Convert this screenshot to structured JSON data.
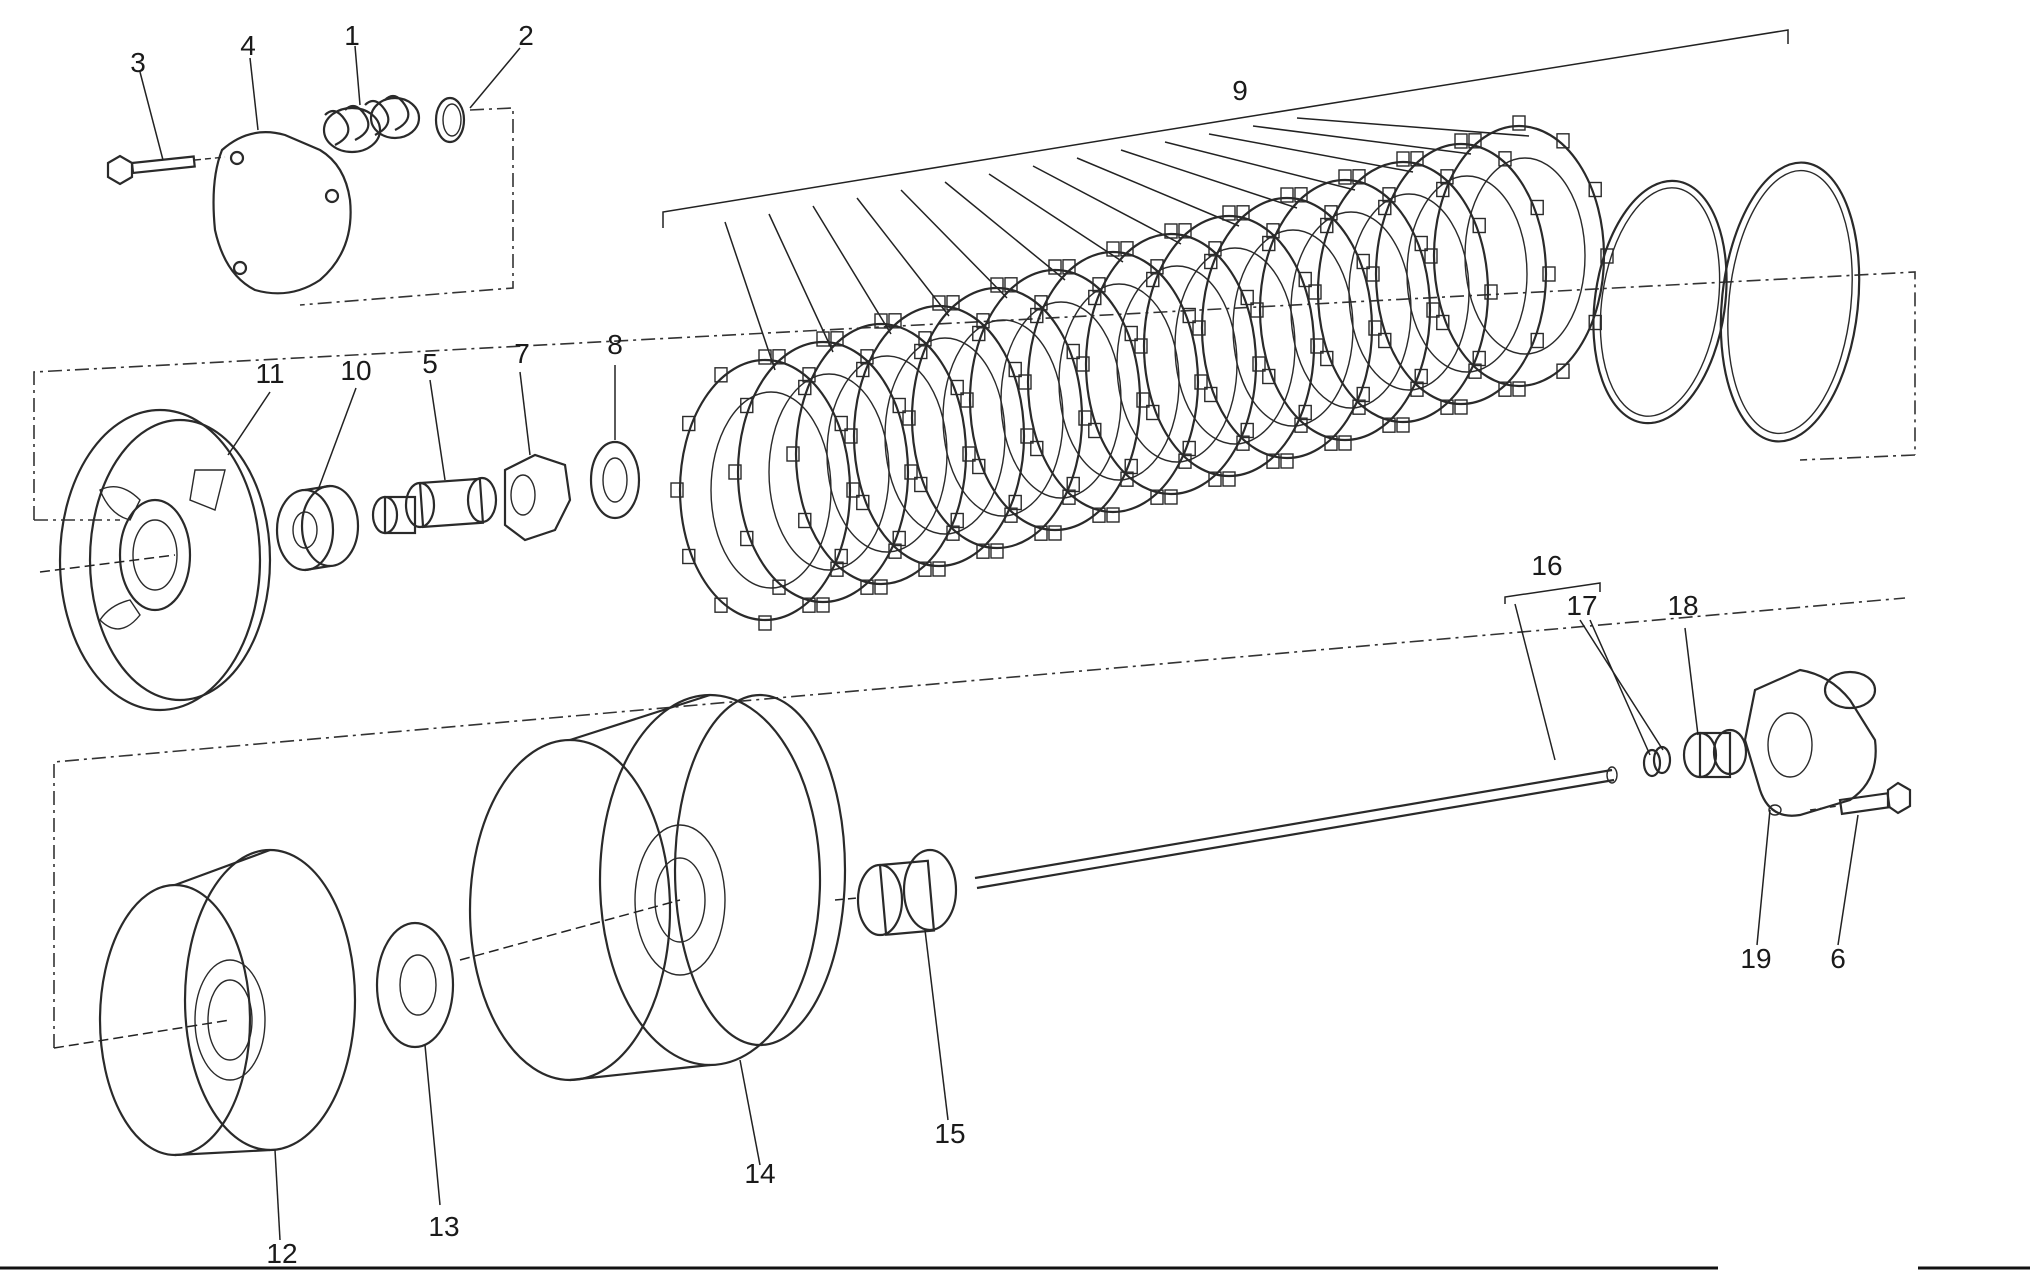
{
  "figure": {
    "callouts": [
      "1",
      "2",
      "3",
      "4",
      "5",
      "6",
      "7",
      "8",
      "9",
      "10",
      "11",
      "12",
      "13",
      "14",
      "15",
      "16",
      "17",
      "18",
      "19"
    ]
  },
  "parts": {
    "cover_plate": "cover-plate",
    "spring": "spring",
    "retaining_ring": "retaining-ring",
    "screw": "screw",
    "pushrod_cap": "pushrod-cap",
    "nut": "nut",
    "washer_8": "lock-washer",
    "plate_stack": "clutch-plate-stack",
    "bearing": "bearing",
    "pressure_plate": "pressure-plate",
    "inner_hub": "clutch-inner-hub",
    "washer_13": "thrust-washer",
    "basket": "clutch-basket",
    "bushing": "bushing",
    "pushrod": "pushrod",
    "slave_cylinder": "slave-cylinder",
    "bolt_6": "bolt"
  },
  "colors": {
    "line": "#2a2a2a",
    "background": "#ffffff"
  }
}
